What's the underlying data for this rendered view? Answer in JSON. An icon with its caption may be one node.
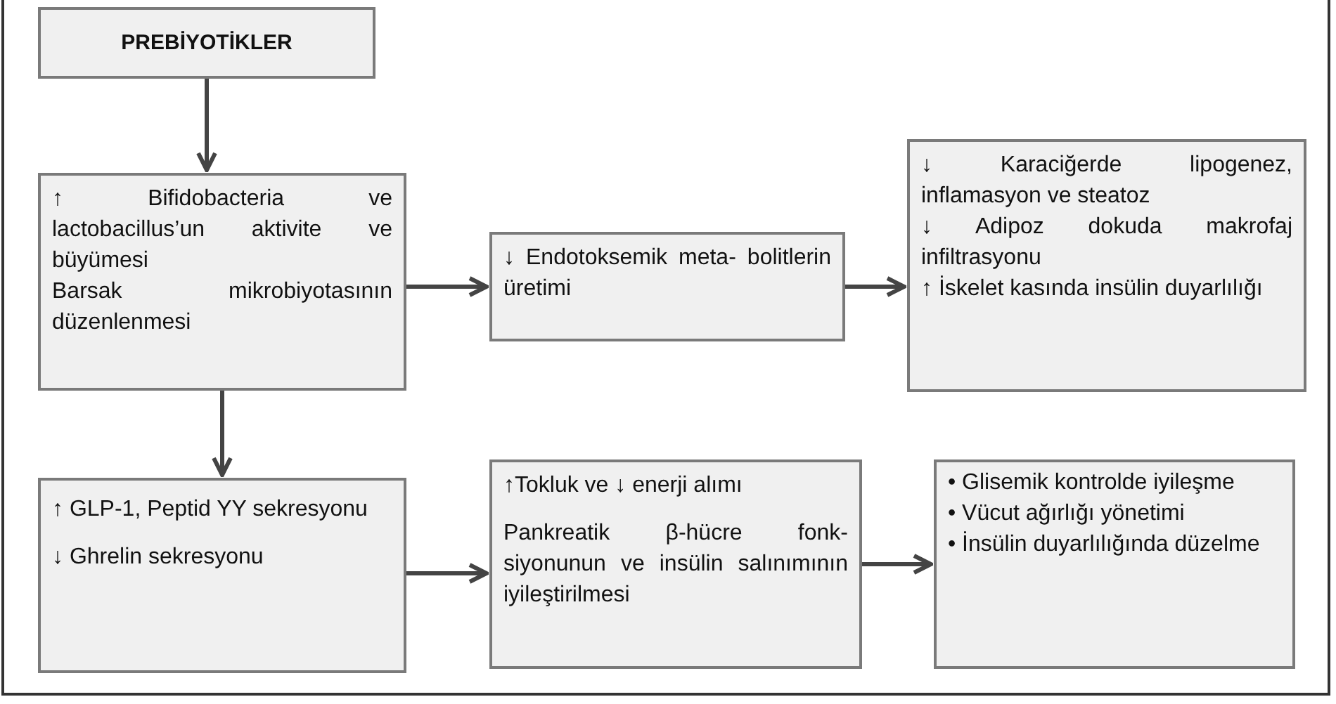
{
  "diagram": {
    "nodes": [
      {
        "text": [
          "PREBİYOTİKLER"
        ]
      },
      {
        "text": [
          "↑ Bifidobacteria ve lactobacillus’un aktivite ve büyümesi",
          "Barsak mikrobiyotasının düzenlenmesi"
        ]
      },
      {
        "text": [
          "↓ Endotoksemik meta- bolitlerin üretimi"
        ]
      },
      {
        "text": [
          "↓ Karaciğerde lipogenez, inflamasyon ve steatoz",
          "↓ Adipoz dokuda makrofaj infiltrasyonu",
          "↑ İskelet kasında insülin duyarlılığı"
        ]
      },
      {
        "text": [
          "↑ GLP-1, Peptid YY sekresyonu",
          "↓ Ghrelin sekresyonu"
        ]
      },
      {
        "text": [
          "↑Tokluk ve ↓ enerji alımı",
          "Pankreatik β-hücre fonk- siyonunun ve insülin salınımının iyileştirilmesi"
        ]
      },
      {
        "text": [
          "• Glisemik kontrolde iyileşme",
          "• Vücut ağırlığı yönetimi",
          "• İnsülin duyarlılığında düzelme"
        ]
      }
    ],
    "edges": [
      {
        "from": 0,
        "to": 1,
        "arrow": "to"
      },
      {
        "from": 1,
        "to": 2,
        "arrow": "to"
      },
      {
        "from": 2,
        "to": 3,
        "arrow": "to"
      },
      {
        "from": 1,
        "to": 4,
        "arrow": "to"
      },
      {
        "from": 4,
        "to": 5,
        "arrow": "to"
      },
      {
        "from": 5,
        "to": 6,
        "arrow": "to"
      }
    ]
  }
}
